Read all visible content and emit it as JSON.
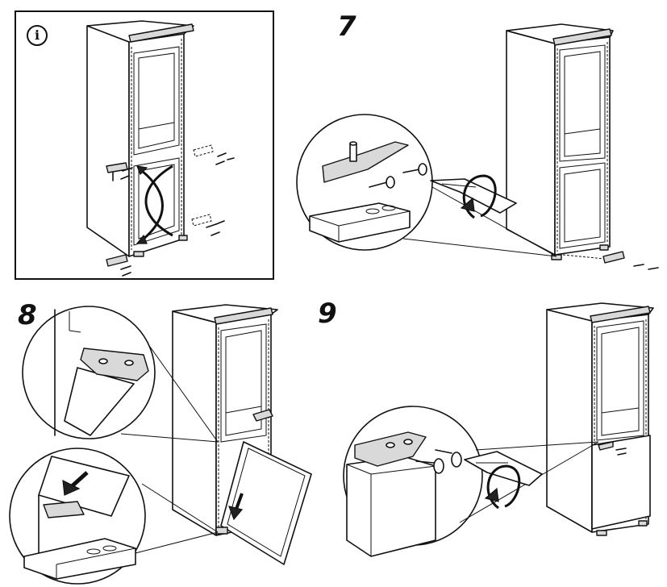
{
  "info_panel": {
    "icon": "info-icon",
    "icon_glyph": "i"
  },
  "steps": [
    {
      "number": "7"
    },
    {
      "number": "8"
    },
    {
      "number": "9"
    }
  ],
  "colors": {
    "line": "#111111",
    "background": "#ffffff",
    "shade": "#d9d9d9"
  }
}
